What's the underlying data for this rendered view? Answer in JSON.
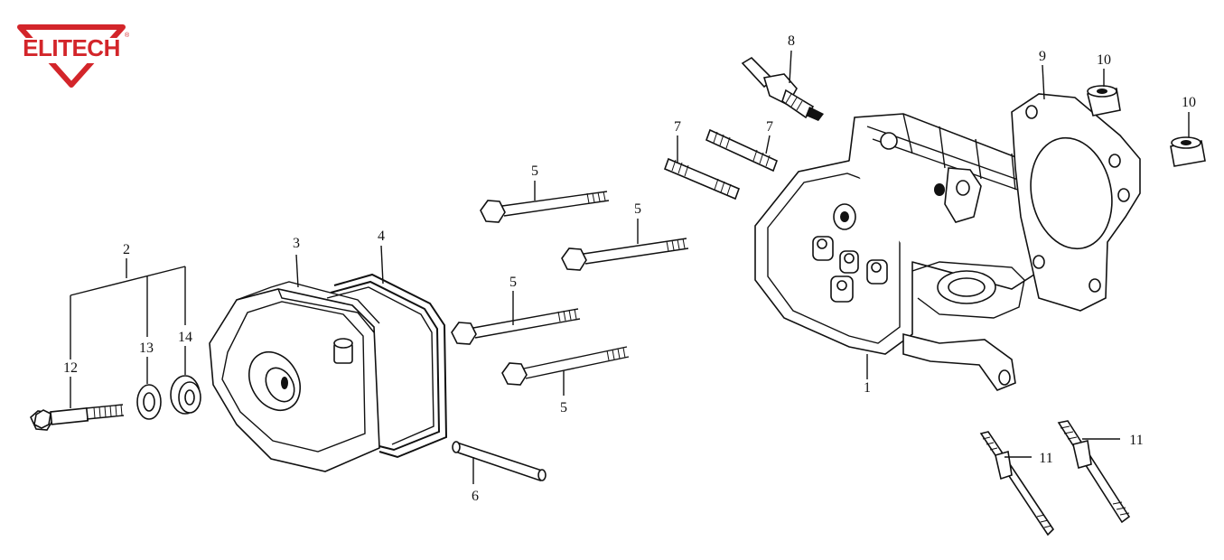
{
  "brand": {
    "name": "ELITECH",
    "registered_mark": "®",
    "color": "#d3252a"
  },
  "diagram": {
    "kind": "exploded-parts-view",
    "line_color": "#111111",
    "callouts": {
      "p1": "1",
      "p2": "2",
      "p3": "3",
      "p4": "4",
      "p5a": "5",
      "p5b": "5",
      "p5c": "5",
      "p5d": "5",
      "p6": "6",
      "p7a": "7",
      "p7b": "7",
      "p8": "8",
      "p9": "9",
      "p10a": "10",
      "p10b": "10",
      "p11a": "11",
      "p11b": "11",
      "p12": "12",
      "p13": "13",
      "p14": "14"
    }
  }
}
